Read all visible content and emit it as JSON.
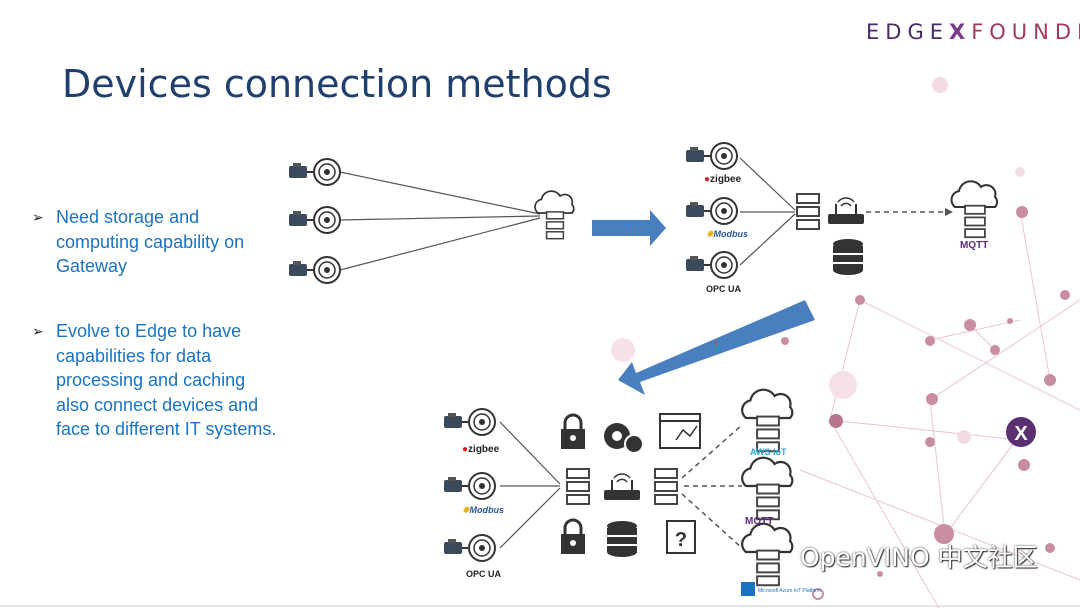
{
  "logo": {
    "part1": "EDGE",
    "part2": "X",
    "part3": "FOUNDRY"
  },
  "title": "Devices connection methods",
  "bullets": [
    {
      "marker": "➢",
      "text": "Need storage and computing capability on Gateway"
    },
    {
      "marker": "➢",
      "text": "Evolve to Edge to have capabilities for data processing and caching also connect devices and face to different IT systems."
    }
  ],
  "protocols": {
    "zigbee": "zigbee",
    "modbus": "Modbus",
    "opcua": "OPC UA",
    "mqtt": "MQTT",
    "aws": "AWS IoT",
    "azure": "Microsoft Azure IoT Platform"
  },
  "arrow_mark": "!",
  "watermark": "OpenVINO 中文社区",
  "colors": {
    "title": "#1f3f6e",
    "bullet_text": "#1a73c0",
    "arrow": "#4a7fbf",
    "network": "#b7637f",
    "logo_purple": "#4b2a6a"
  }
}
